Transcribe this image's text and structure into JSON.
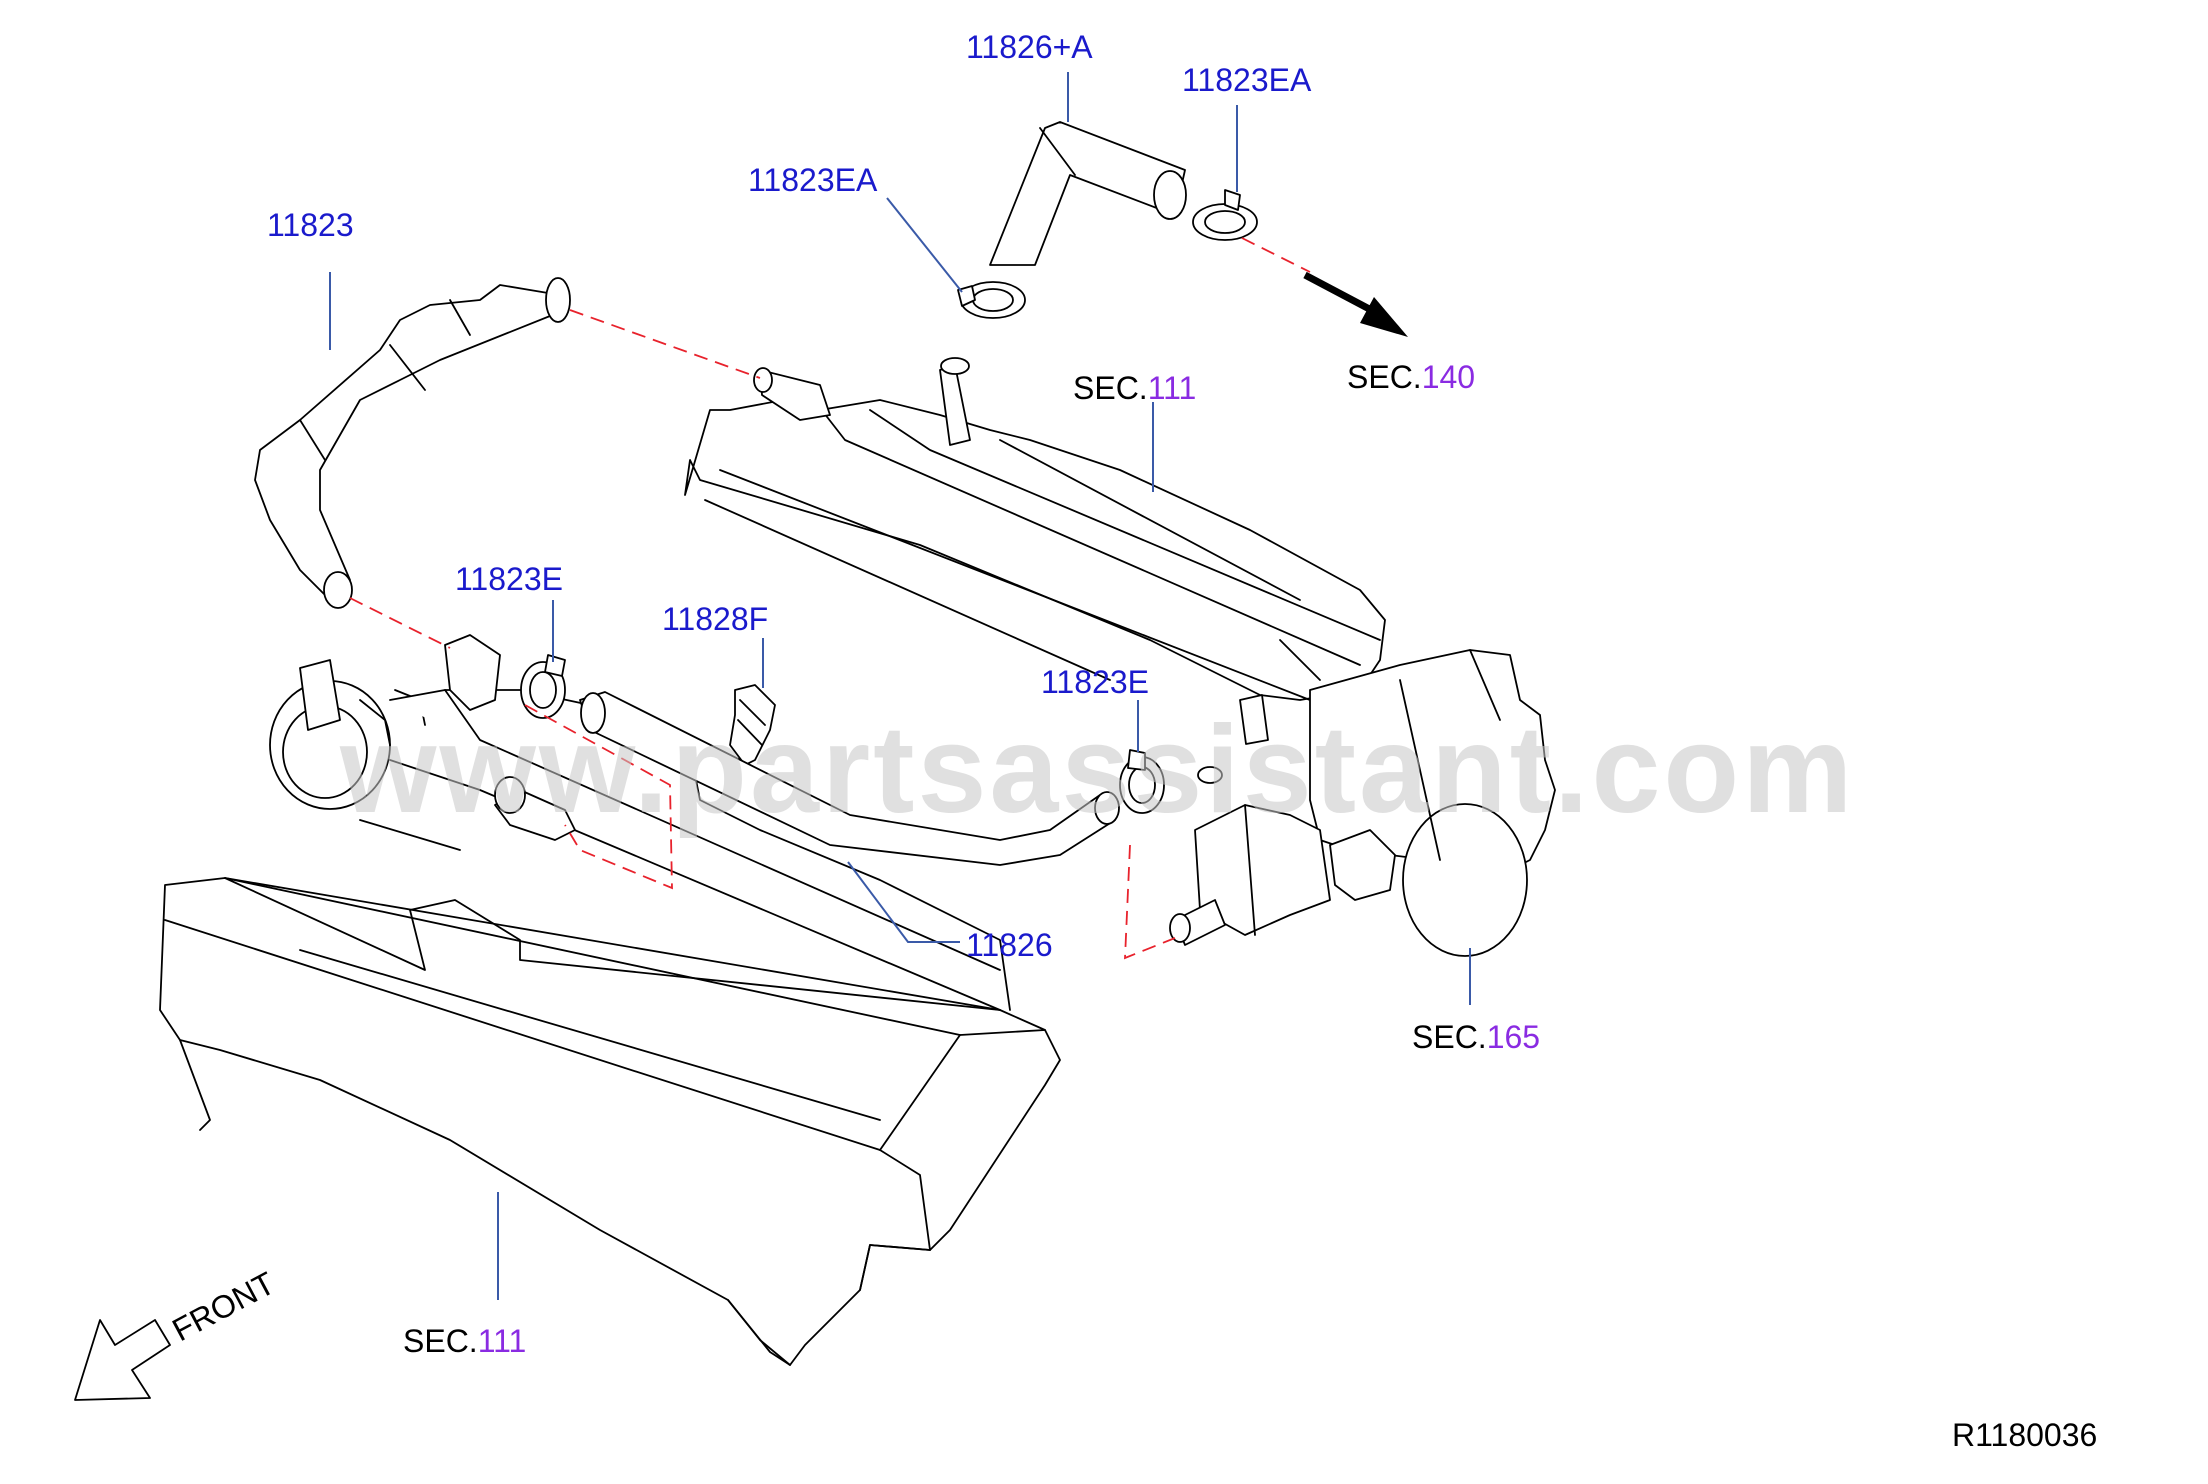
{
  "colors": {
    "part_number": "#1a1acc",
    "section_prefix": "#000000",
    "section_number": "#8a2be2",
    "leader_line": "#3a5aa8",
    "connection_dash": "#e8222c",
    "watermark": "#c8c8c8"
  },
  "labels": {
    "hose_11826_plus_a": "11826+A",
    "clamp_11823ea_top": "11823EA",
    "clamp_11823ea_left": "11823EA",
    "hose_11823": "11823",
    "sec111_upper_prefix": "SEC.",
    "sec111_upper_number": "111",
    "sec140_prefix": "SEC.",
    "sec140_number": "140",
    "clamp_11823e_left": "11823E",
    "clip_11828f": "11828F",
    "clamp_11823e_right": "11823E",
    "hose_11826": "11826",
    "sec165_prefix": "SEC.",
    "sec165_number": "165",
    "sec111_lower_prefix": "SEC.",
    "sec111_lower_number": "111",
    "front_indicator": "FRONT",
    "diagram_code": "R1180036"
  },
  "watermark": "www.partsassistant.com",
  "icons": [
    "front-arrow-icon",
    "direction-arrow-icon"
  ]
}
